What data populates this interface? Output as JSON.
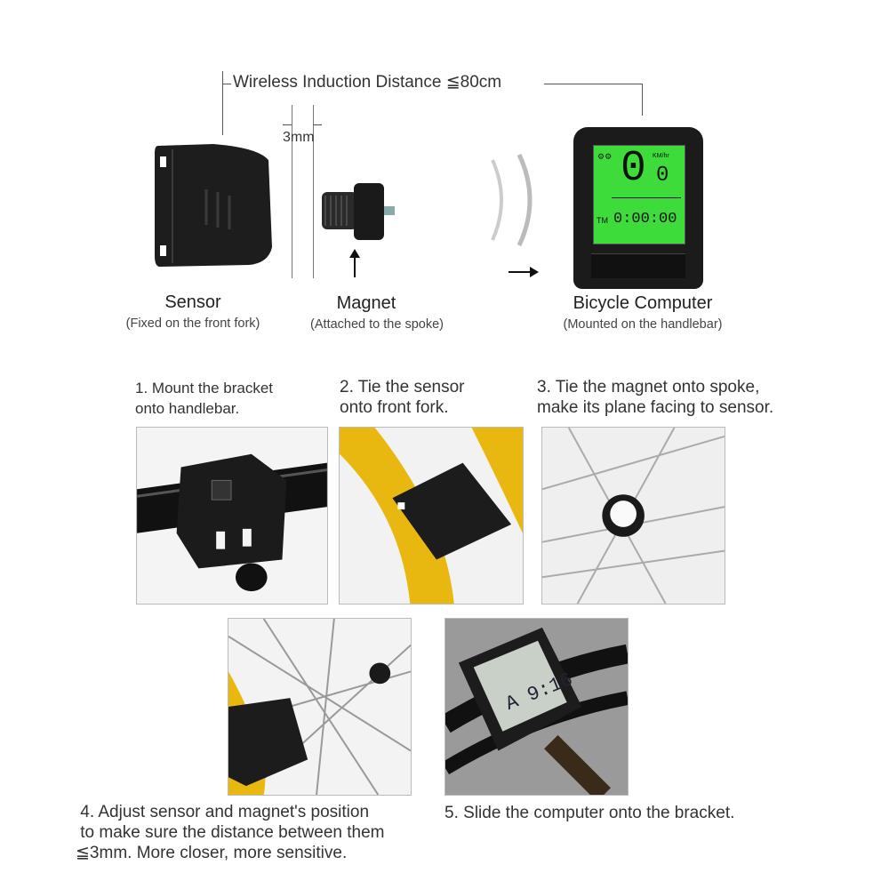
{
  "top": {
    "distance_label": "Wireless Induction Distance ≦80cm",
    "gap_label": "3mm",
    "components": [
      {
        "name": "Sensor",
        "note": "(Fixed on the front fork)"
      },
      {
        "name": "Magnet",
        "note": "(Attached to the spoke)"
      },
      {
        "name": "Bicycle Computer",
        "note": "(Mounted on the handlebar)"
      }
    ],
    "display": {
      "speed": "0",
      "speed_decimal": "0",
      "speed_unit": "KM/hr",
      "time_label": "TM",
      "time": "0:00:00"
    }
  },
  "steps": [
    {
      "num": "1.",
      "line1": "Mount the bracket",
      "line2": "onto handlebar."
    },
    {
      "num": "2.",
      "line1": "Tie the sensor",
      "line2": "onto front fork."
    },
    {
      "num": "3.",
      "line1": "Tie the magnet onto spoke,",
      "line2": "make its plane facing to sensor."
    },
    {
      "num": "4.",
      "line1": "Adjust sensor and magnet's position",
      "line2": "to make sure the distance between them",
      "line3": "≦3mm. More closer, more sensitive."
    },
    {
      "num": "5.",
      "line1": "Slide the computer onto the bracket."
    }
  ],
  "photo5_display": "A 9:16",
  "colors": {
    "lcd_green": "#3ddc3a",
    "fork_yellow": "#e8b810",
    "device_black": "#1c1c1c"
  }
}
